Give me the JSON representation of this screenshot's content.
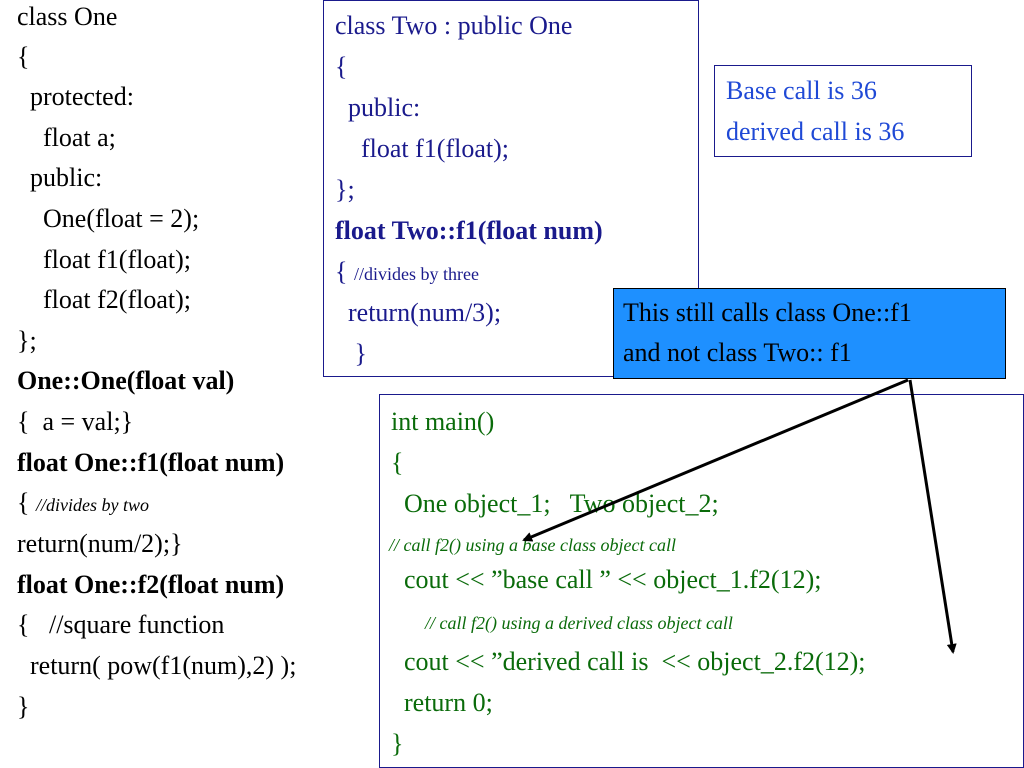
{
  "left_code": {
    "line1": "class One",
    "line2": "{",
    "line3": "  protected:",
    "line4": "    float a;",
    "line5": "  public:",
    "line6": "    One(float = 2);",
    "line7": "    float f1(float);",
    "line8": "    float f2(float);",
    "line9": "};",
    "line10": "One::One(float val)",
    "line11": "{  a = val;}",
    "line12": "float One::f1(float num)",
    "line13_brace": "{ ",
    "line13_comment": "//divides by two",
    "line14": "return(num/2);}",
    "line15": "float One::f2(float num)",
    "line16": "{   //square function",
    "line17": "  return( pow(f1(num),2) );",
    "line18": "}"
  },
  "class_two": {
    "line1": "class Two : public One",
    "line2": "{",
    "line3": "  public:",
    "line4": "    float f1(float);",
    "line5": "};",
    "line6": "float Two::f1(float num)",
    "line7_brace": "{ ",
    "line7_comment": "//divides by three",
    "line8": "  return(num/3);",
    "line9": "   }"
  },
  "result": {
    "line1": "Base call is 36",
    "line2": "derived call is 36"
  },
  "note": {
    "line1": "This still calls class One::f1",
    "line2": "and not class Two:: f1"
  },
  "main_code": {
    "line1": "int main()",
    "line2": "{",
    "line3": "  One object_1;   Two object_2;",
    "line4": "// call f2() using a base class object call",
    "line5": "  cout << ”base call ” << object_1.f2(12);",
    "line6": "// call f2() using a derived class object call",
    "line7": "  cout << ”derived call is  << object_2.f2(12);",
    "line8": "  return 0;",
    "line9": "}"
  },
  "colors": {
    "note_background": "#1e90ff",
    "class_two_text": "#1a1a8c",
    "result_text": "#1f49d6",
    "main_text": "#0a6b0a"
  }
}
